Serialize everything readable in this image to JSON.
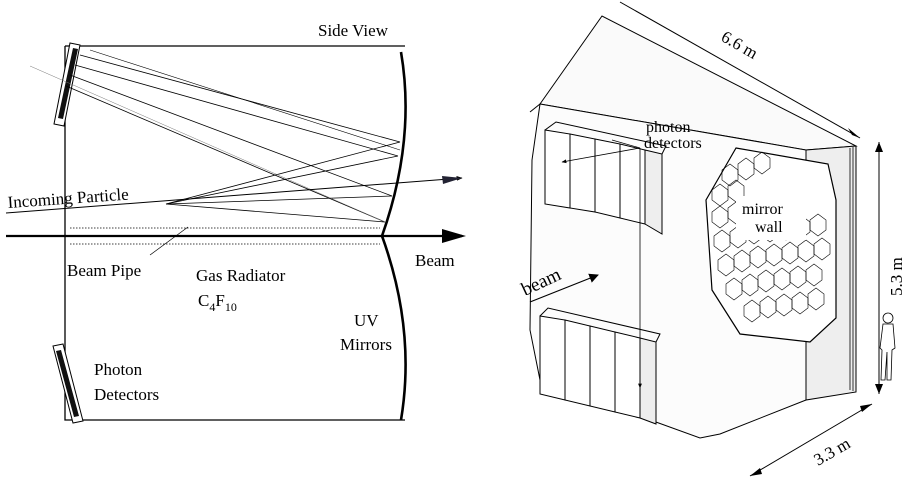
{
  "left_panel": {
    "view_title": "Side View",
    "incoming_particle": "Incoming Particle",
    "beam": "Beam",
    "beam_pipe": "Beam Pipe",
    "gas_radiator": "Gas Radiator",
    "radiator_formula": {
      "c": "C",
      "c_sub": "4",
      "f": "F",
      "f_sub": "10"
    },
    "uv_mirrors_line1": "UV",
    "uv_mirrors_line2": "Mirrors",
    "photon_detectors_line1": "Photon",
    "photon_detectors_line2": "Detectors"
  },
  "right_panel": {
    "length_dim": "6.6 m",
    "height_dim": "5.3 m",
    "depth_dim": "3.3 m",
    "photon_detectors_line1": "photon",
    "photon_detectors_line2": "detectors",
    "mirror_wall_line1": "mirror",
    "mirror_wall_line2": "wall",
    "beam": "beam"
  }
}
